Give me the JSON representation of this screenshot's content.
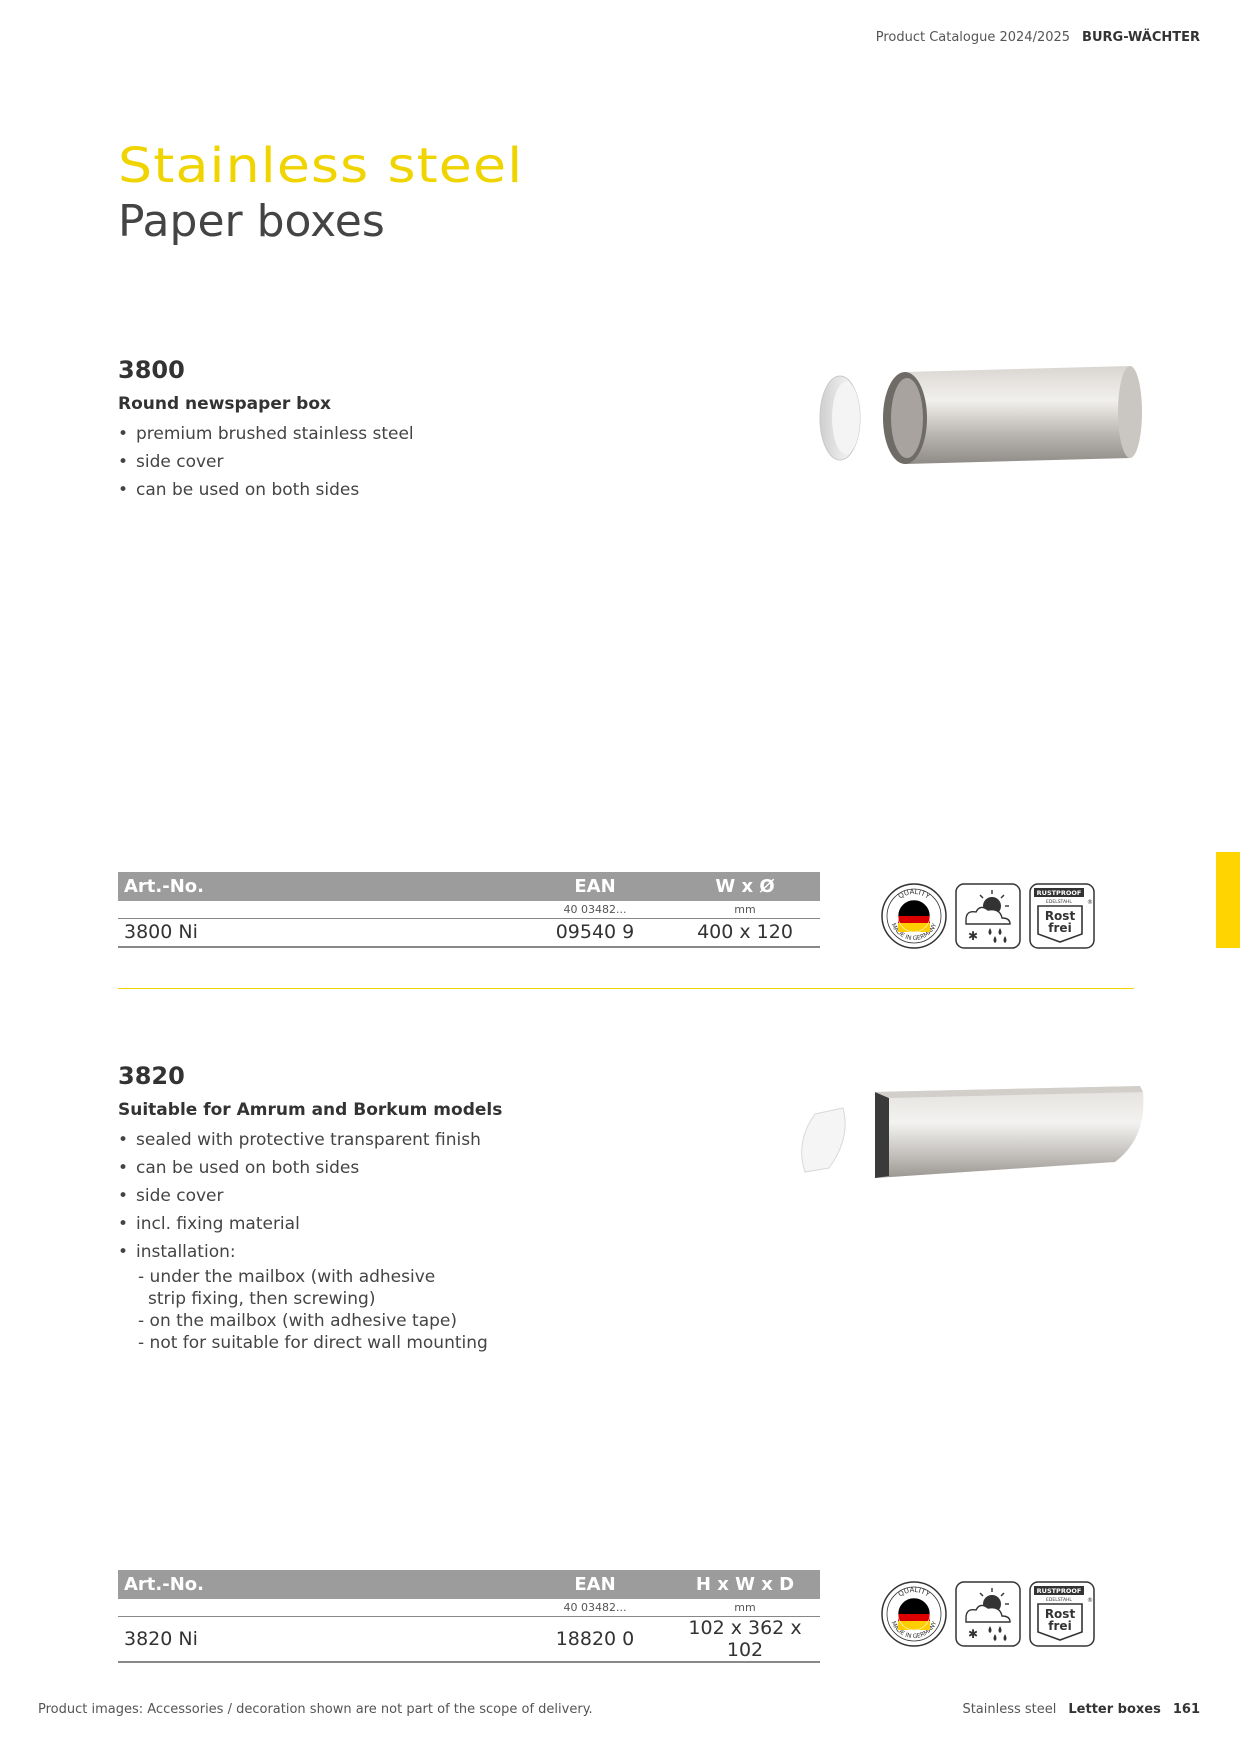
{
  "header": {
    "catalogue": "Product Catalogue 2024/2025",
    "brand": "BURG-WÄCHTER"
  },
  "title": {
    "line1": "Stainless steel",
    "line2": "Paper boxes"
  },
  "products": [
    {
      "model": "3800",
      "subtitle": "Round newspaper box",
      "features": [
        "premium brushed stainless steel",
        "side cover",
        "can be used on both sides"
      ],
      "table": {
        "headers": [
          "Art.-No.",
          "EAN",
          "W x Ø"
        ],
        "units": [
          "",
          "40 03482...",
          "mm"
        ],
        "rows": [
          [
            "3800 Ni",
            "09540 9",
            "400 x 120"
          ]
        ]
      }
    },
    {
      "model": "3820",
      "subtitle": "Suitable for Amrum and Borkum models",
      "features": [
        "sealed with protective transparent finish",
        "can be used on both sides",
        "side cover",
        "incl. fixing material",
        "installation:"
      ],
      "installation": [
        "- under the mailbox (with adhesive strip fixing, then screwing)",
        "- on the mailbox (with adhesive tape)",
        "- not for suitable for direct wall mounting"
      ],
      "table": {
        "headers": [
          "Art.-No.",
          "EAN",
          "H x W x D"
        ],
        "units": [
          "",
          "40 03482...",
          "mm"
        ],
        "rows": [
          [
            "3820 Ni",
            "18820 0",
            "102 x 362 x 102"
          ]
        ]
      }
    }
  ],
  "badges": {
    "quality_top": "QUALITY",
    "quality_bottom": "MADE IN GERMANY",
    "rustproof_top": "RUSTPROOF",
    "rustproof_sub": "EDELSTAHL",
    "rustproof_line1": "Rost",
    "rustproof_line2": "frei",
    "registered": "®"
  },
  "colors": {
    "accent": "#f0d400",
    "table_header": "#9c9c9c"
  },
  "footer": {
    "note": "Product images: Accessories / decoration shown are not part of the scope of delivery.",
    "section": "Stainless steel",
    "chapter": "Letter boxes",
    "page": "161"
  }
}
